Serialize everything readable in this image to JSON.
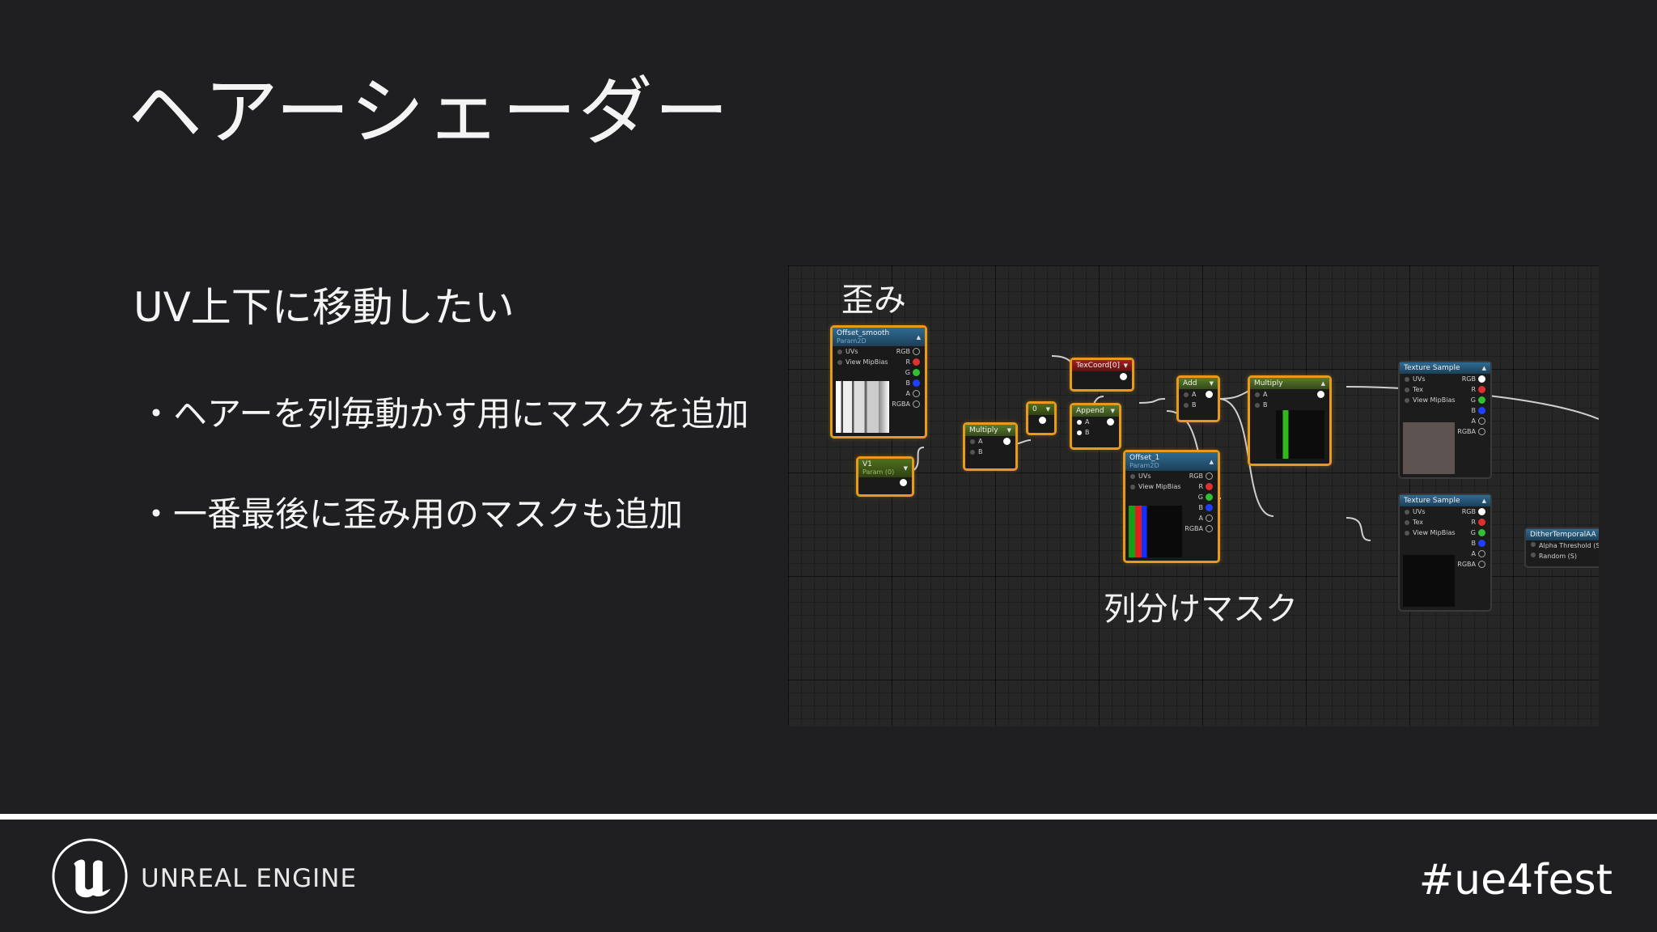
{
  "slide": {
    "title": "ヘアーシェーダー",
    "subtitle": "UV上下に移動したい",
    "bullets": [
      "・ヘアーを列毎動かす用にマスクを追加",
      "・一番最後に歪み用のマスクも追加"
    ]
  },
  "graph": {
    "labels": {
      "distortion": "歪み",
      "column_mask": "列分けマスク"
    },
    "nodes": {
      "offset_smooth": {
        "title": "Offset_smooth",
        "subtitle": "Param2D",
        "inputs": [
          "UVs",
          "View MipBias"
        ],
        "outputs": [
          "RGB",
          "R",
          "G",
          "B",
          "A",
          "RGBA"
        ]
      },
      "v1": {
        "title": "V1",
        "subtitle": "Param (0)"
      },
      "multiply_1": {
        "title": "Multiply",
        "inputs": [
          "A",
          "B"
        ]
      },
      "zero": {
        "title": "0"
      },
      "texcoord": {
        "title": "TexCoord[0]"
      },
      "append": {
        "title": "Append",
        "inputs": [
          "A",
          "B"
        ]
      },
      "add": {
        "title": "Add",
        "inputs": [
          "A",
          "B"
        ]
      },
      "multiply_2": {
        "title": "Multiply",
        "inputs": [
          "A",
          "B"
        ]
      },
      "offset_1": {
        "title": "Offset_1",
        "subtitle": "Param2D",
        "inputs": [
          "UVs",
          "View MipBias"
        ],
        "outputs": [
          "RGB",
          "R",
          "G",
          "B",
          "A",
          "RGBA"
        ]
      },
      "texture_sample_1": {
        "title": "Texture Sample",
        "inputs": [
          "UVs",
          "Tex",
          "View MipBias"
        ],
        "outputs": [
          "RGB",
          "R",
          "G",
          "B",
          "A",
          "RGBA"
        ]
      },
      "texture_sample_2": {
        "title": "Texture Sample",
        "inputs": [
          "UVs",
          "Tex",
          "View MipBias"
        ],
        "outputs": [
          "RGB",
          "R",
          "G",
          "B",
          "A",
          "RGBA"
        ]
      },
      "dither": {
        "title": "DitherTemporalAA",
        "inputs": [
          "Alpha Threshold (S",
          "Random (S)"
        ]
      }
    }
  },
  "footer": {
    "brand": "UNREAL ENGINE",
    "hashtag": "#ue4fest"
  },
  "colors": {
    "background": "#1f1f21",
    "node_border_selected": "#e89b1a",
    "node_header_blue": "#2f6c93",
    "node_header_green": "#5a7a2f",
    "node_header_red": "#a32020"
  }
}
